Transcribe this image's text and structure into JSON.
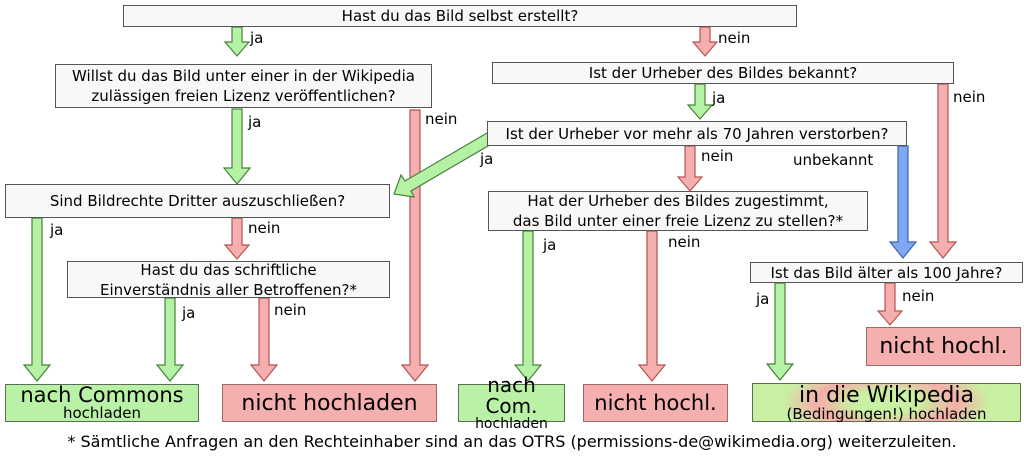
{
  "edge_labels": {
    "yes": "ja",
    "no": "nein",
    "unknown": "unbekannt"
  },
  "questions": {
    "self_created": "Hast du das Bild selbst erstellt?",
    "free_license": {
      "line1": "Willst du das Bild unter einer in der Wikipedia",
      "line2": "zulässigen freien Lizenz veröffentlichen?"
    },
    "author_known": "Ist der Urheber des Bildes bekannt?",
    "died_70_years": "Ist der Urheber vor mehr als 70 Jahren verstorben?",
    "third_party_rights": "Sind Bildrechte Dritter auszuschließen?",
    "written_consent": {
      "line1": "Hast du das schriftliche",
      "line2": "Einverständnis aller Betroffenen?*"
    },
    "author_agreed": {
      "line1": "Hat der Urheber des Bildes zugestimmt,",
      "line2": "das Bild unter einer freie Lizenz zu stellen?*"
    },
    "older_100_years": "Ist das Bild älter als 100 Jahre?"
  },
  "results": {
    "commons": {
      "main": "nach Commons",
      "sub": "hochladen"
    },
    "not_upload": {
      "main": "nicht hochladen"
    },
    "commons_short": {
      "main": "nach Com.",
      "sub": "hochladen"
    },
    "not_upload_short": {
      "main": "nicht hochl."
    },
    "not_upload_small": {
      "main": "nicht hochl."
    },
    "wikipedia": {
      "main": "in die Wikipedia",
      "sub": "(Bedingungen!) hochladen"
    }
  },
  "footnote": "* Sämtliche Anfragen an den Rechteinhaber sind an das OTRS (permissions-de@wikimedia.org) weiterzuleiten.",
  "colors": {
    "yes_arrow": "#b6f2a5",
    "no_arrow": "#f5afaf",
    "unknown_arrow": "#7fa8f0",
    "question_box_bg": "#f8f8f8",
    "result_green_bg": "#b9f2a6",
    "result_red_bg": "#f5afaf"
  }
}
